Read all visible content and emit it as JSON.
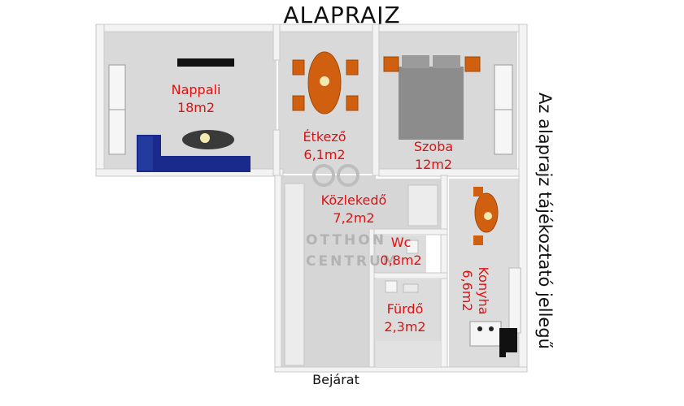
{
  "title": "ALAPRAJZ",
  "note": "Az alaprajz tájékoztató jellegű",
  "entrance": "Bejárat",
  "watermark": {
    "top": "OTTHON",
    "bottom": "CENTRUM"
  },
  "rooms": {
    "nappali": {
      "name": "Nappali",
      "area": "18m2"
    },
    "etkezo": {
      "name": "Étkező",
      "area": "6,1m2"
    },
    "szoba": {
      "name": "Szoba",
      "area": "12m2"
    },
    "kozlekedo": {
      "name": "Közlekedő",
      "area": "7,2m2"
    },
    "wc": {
      "name": "Wc",
      "area": "0,8m2"
    },
    "furdo": {
      "name": "Fürdő",
      "area": "2,3m2"
    },
    "konyha": {
      "name": "Konyha",
      "area": "6,6m2"
    }
  },
  "colors": {
    "label": "#e01010",
    "wall": "#f4f4f4",
    "floor": "#dadada",
    "sofa": "#1a2a8c",
    "wood": "#d06010"
  }
}
